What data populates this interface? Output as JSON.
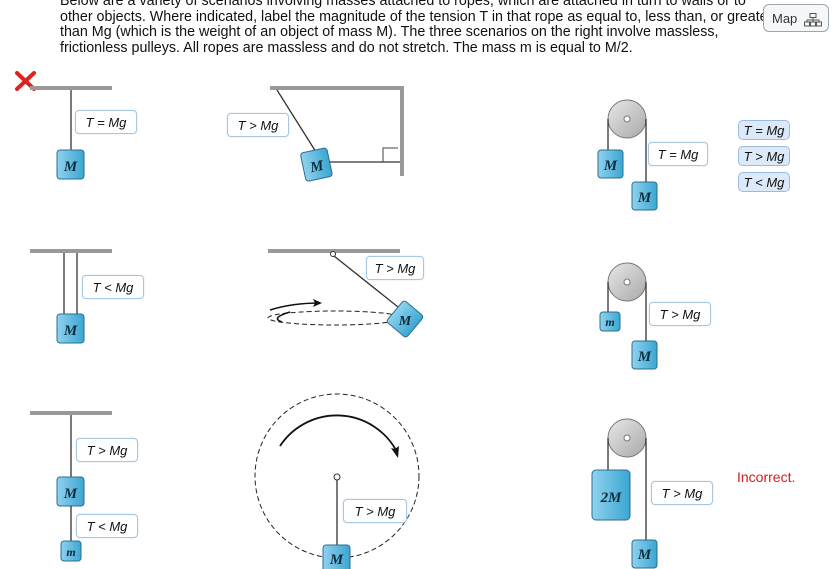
{
  "instructions": "Below are a variety of scenarios involving masses attached to ropes, which are attached in turn to walls or to other objects. Where indicated, label the magnitude of the tension T in that rope as equal to, less than, or greater than Mg (which is the weight of an object of mass M). The three scenarios on the right involve massless, frictionless pulleys. All ropes are massless and do not stretch. The mass m is equal to M/2.",
  "map_button": "Map",
  "labels": {
    "s1": "T = Mg",
    "s2": "T > Mg",
    "s3": "T = Mg",
    "s4": "T < Mg",
    "s5": "T > Mg",
    "s6": "T > Mg",
    "s7a": "T > Mg",
    "s7b": "T < Mg",
    "s8": "T > Mg",
    "s9": "T > Mg"
  },
  "answer_bank": [
    "T = Mg",
    "T > Mg",
    "T < Mg"
  ],
  "masses": {
    "M": "M",
    "m": "m",
    "twoM": "2M"
  },
  "feedback": "Incorrect.",
  "colors": {
    "mass_fill": "#5bb8dd",
    "feedback": "#cc2222",
    "incorrect_mark": "#dd2222"
  }
}
